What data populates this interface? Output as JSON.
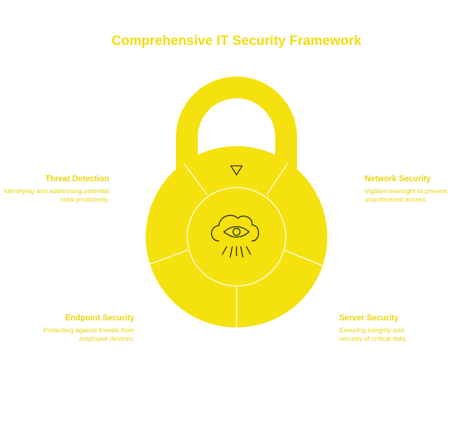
{
  "title": "Comprehensive IT Security Framework",
  "colors": {
    "accent": "#F5E10D",
    "text": "#E9D40F",
    "line": "#FFFFFF",
    "icon": "#1A1A1A"
  },
  "segments": [
    {
      "id": "threat-detection",
      "title": "Threat Detection",
      "description": "Identifying and addressing potential risks proactively."
    },
    {
      "id": "network-security",
      "title": "Network Security",
      "description": "Vigilant oversight to prevent unauthorized access."
    },
    {
      "id": "endpoint-security",
      "title": "Endpoint Security",
      "description": "Protecting against threats from employee devices."
    },
    {
      "id": "server-security",
      "title": "Server Security",
      "description": "Ensuring integrity and security of critical data."
    }
  ],
  "center_icon": "cloud-eye-icon",
  "top_marker_icon": "triangle-down-icon"
}
